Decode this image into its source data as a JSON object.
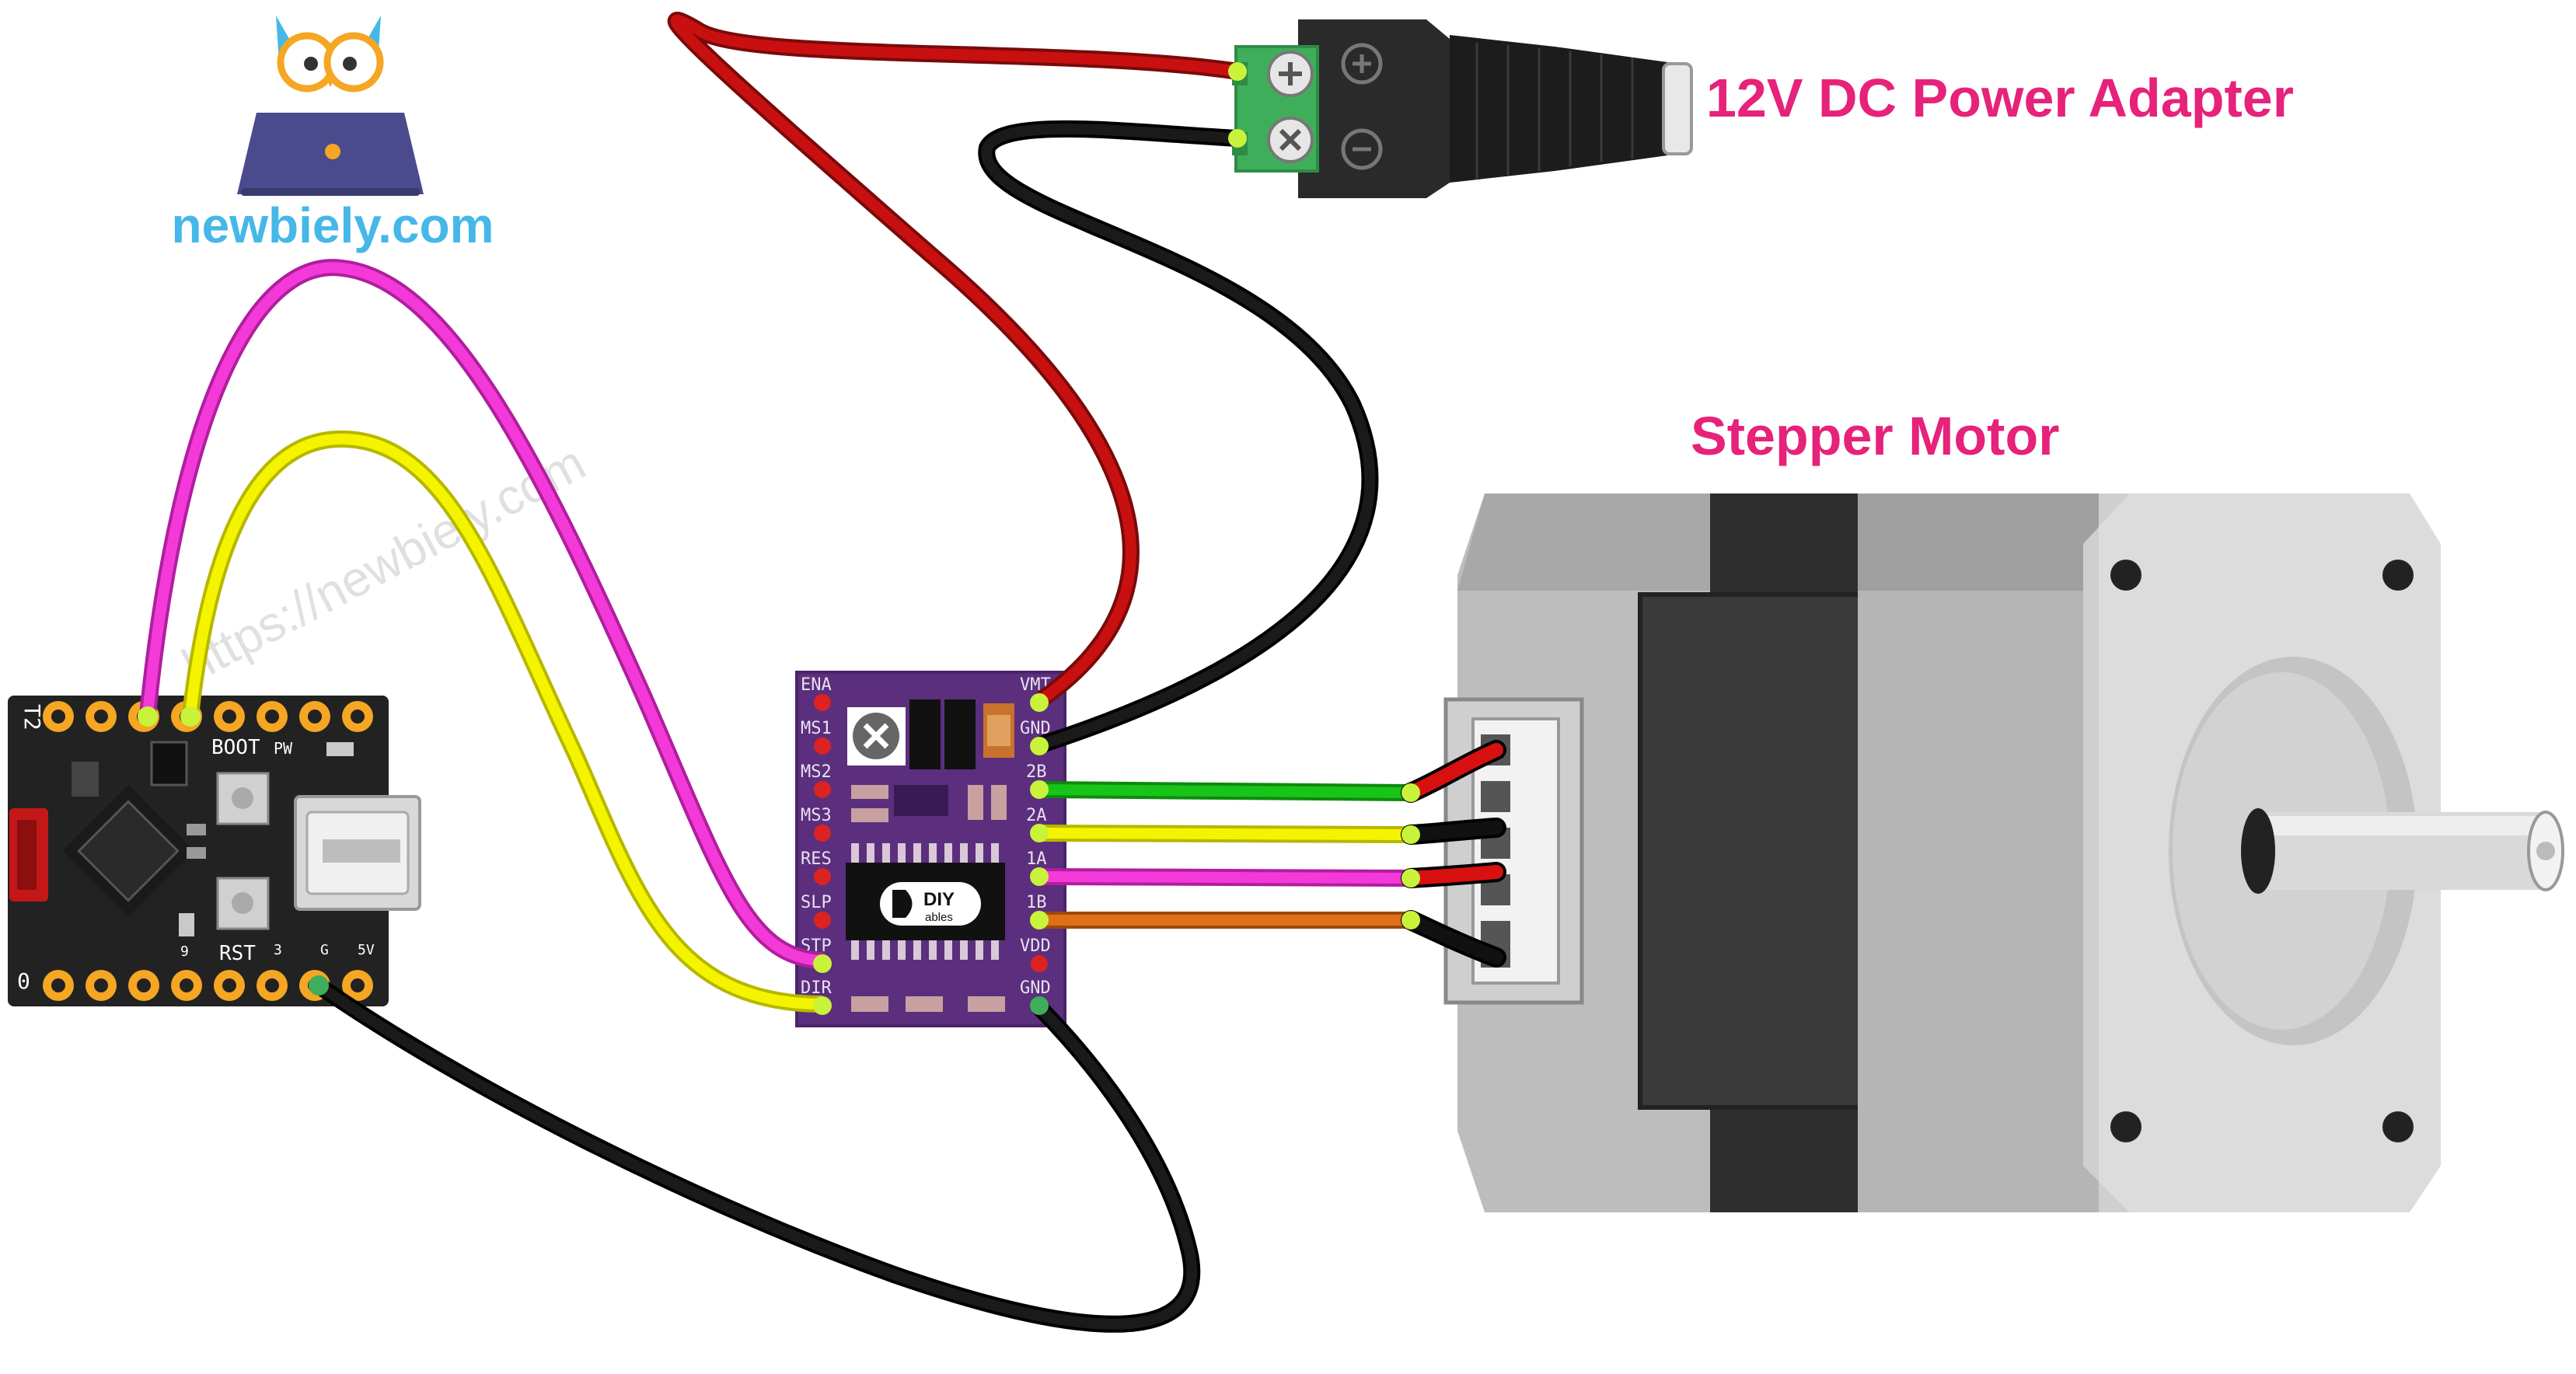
{
  "brand": {
    "name": "newbiely.com",
    "watermark": "https://newbiely.com"
  },
  "labels": {
    "power_adapter": "12V DC Power Adapter",
    "stepper_motor": "Stepper Motor"
  },
  "driver": {
    "logo_text": "DIY",
    "logo_sub": "ables",
    "left_pins": [
      "ENA",
      "MS1",
      "MS2",
      "MS3",
      "RES",
      "SLP",
      "STP",
      "DIR"
    ],
    "right_pins": [
      "VMT",
      "GND",
      "2B",
      "2A",
      "1A",
      "1B",
      "VDD",
      "GND"
    ]
  },
  "board": {
    "boot_label": "BOOT",
    "rst_label": "RST",
    "pw_label": "PW",
    "top_edge_label": "T2",
    "bottom_edge_label": "0",
    "pin_9_label": "9",
    "pin_3_label": "3",
    "pin_g_label": "G",
    "pin_5v_label": "5V"
  },
  "colors": {
    "accent": "#e6227a",
    "brand_blue": "#45b7e8",
    "board_pcb": "#222222",
    "driver_pcb": "#5b2f7d",
    "terminal_green": "#3fae5a",
    "wire_red": "#c91010",
    "wire_black": "#111111",
    "wire_magenta": "#f33ad9",
    "wire_yellow": "#f4f400",
    "wire_green": "#18c418",
    "wire_orange": "#e07018",
    "motor_gray": "#c8c8c8"
  }
}
